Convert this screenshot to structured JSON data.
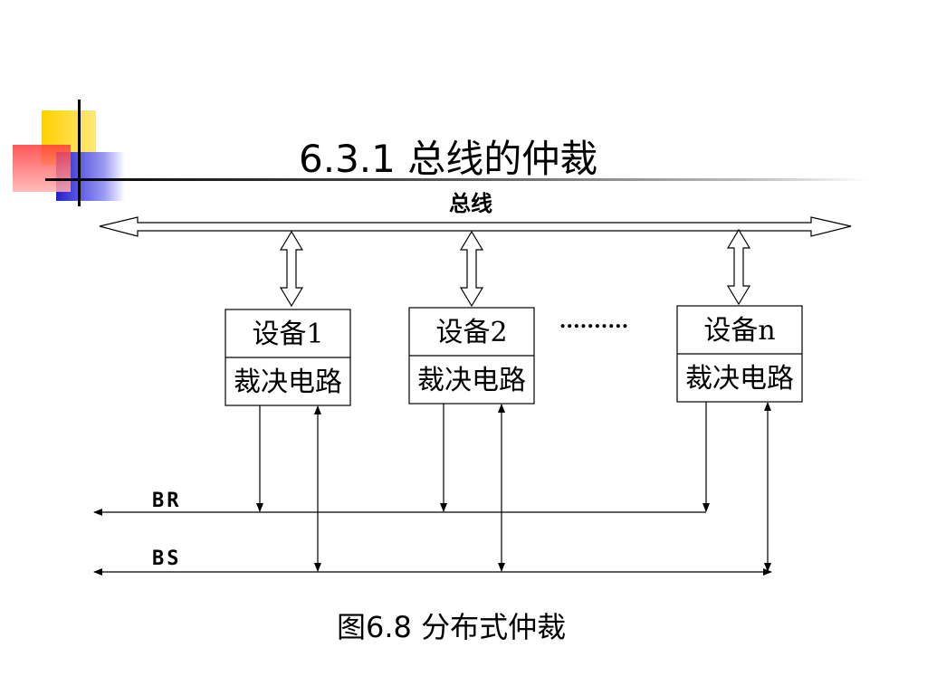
{
  "slide": {
    "title": "6.3.1  总线的仲裁",
    "caption": "图6.8  分布式仲裁"
  },
  "diagram": {
    "bus_label": "总线",
    "devices": [
      {
        "name": "设备1",
        "circuit": "裁决电路"
      },
      {
        "name": "设备2",
        "circuit": "裁决电路"
      },
      {
        "name": "设备n",
        "circuit": "裁决电路"
      }
    ],
    "ellipsis": "..........",
    "signals": {
      "br": "BR",
      "bs": "BS"
    }
  },
  "colors": {
    "deco_yellow": "#ffd700",
    "deco_red": "#ff4040",
    "deco_blue": "#2b2bd8",
    "line": "#000000"
  }
}
